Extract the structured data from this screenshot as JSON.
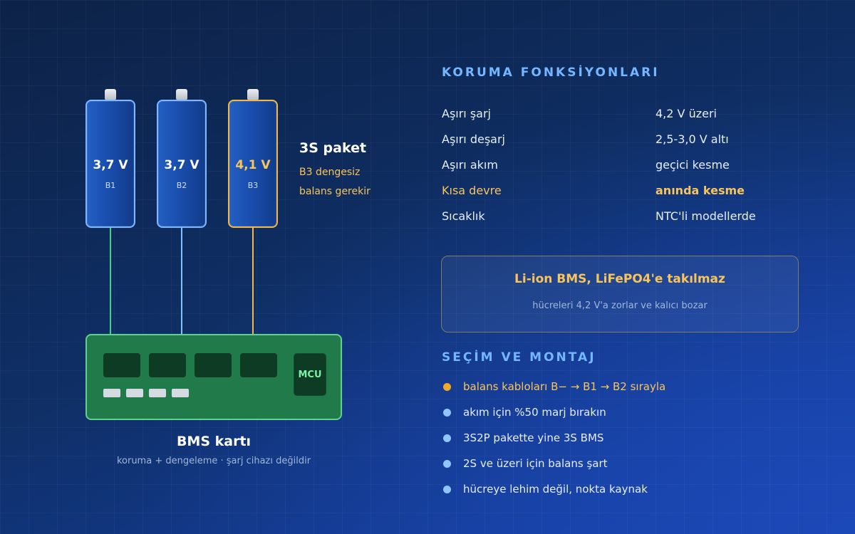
{
  "colors": {
    "background": "#0f2f66",
    "cell_border": "#7fb8ff",
    "cell_warn": "#f2b845",
    "wire_b1": "#3fcf8e",
    "wire_b2": "#7fc2ff",
    "wire_b3": "#f2b845",
    "board": "#207a4a",
    "accent_title": "#74b6ff",
    "highlight": "#f8c55a"
  },
  "cells": [
    {
      "voltage": "3,7 V",
      "id": "B1"
    },
    {
      "voltage": "3,7 V",
      "id": "B2"
    },
    {
      "voltage": "4,1 V",
      "id": "B3"
    }
  ],
  "pack": {
    "title": "3S paket",
    "note_line1": "B3 dengesiz",
    "note_line2": "balans gerekir"
  },
  "bms": {
    "mcu_label": "MCU",
    "title": "BMS kartı",
    "subtitle": "koruma + dengeleme · şarj cihazı değildir"
  },
  "protection": {
    "title": "KORUMA FONKSİYONLARI",
    "rows": [
      {
        "label": "Aşırı şarj",
        "value": "4,2 V üzeri"
      },
      {
        "label": "Aşırı deşarj",
        "value": "2,5-3,0 V altı"
      },
      {
        "label": "Aşırı akım",
        "value": "geçici kesme"
      },
      {
        "label": "Kısa devre",
        "value": "anında kesme"
      },
      {
        "label": "Sıcaklık",
        "value": "NTC'li modellerde"
      }
    ]
  },
  "warning": {
    "title": "Li-ion BMS, LiFePO4'e takılmaz",
    "subtitle": "hücreleri 4,2 V'a zorlar ve kalıcı bozar"
  },
  "selection": {
    "title": "SEÇİM VE MONTAJ",
    "items": [
      "balans kabloları B− → B1 → B2 sırayla",
      "akım için %50 marj bırakın",
      "3S2P pakette yine 3S BMS",
      "2S ve üzeri için balans şart",
      "hücreye lehim değil, nokta kaynak"
    ]
  }
}
